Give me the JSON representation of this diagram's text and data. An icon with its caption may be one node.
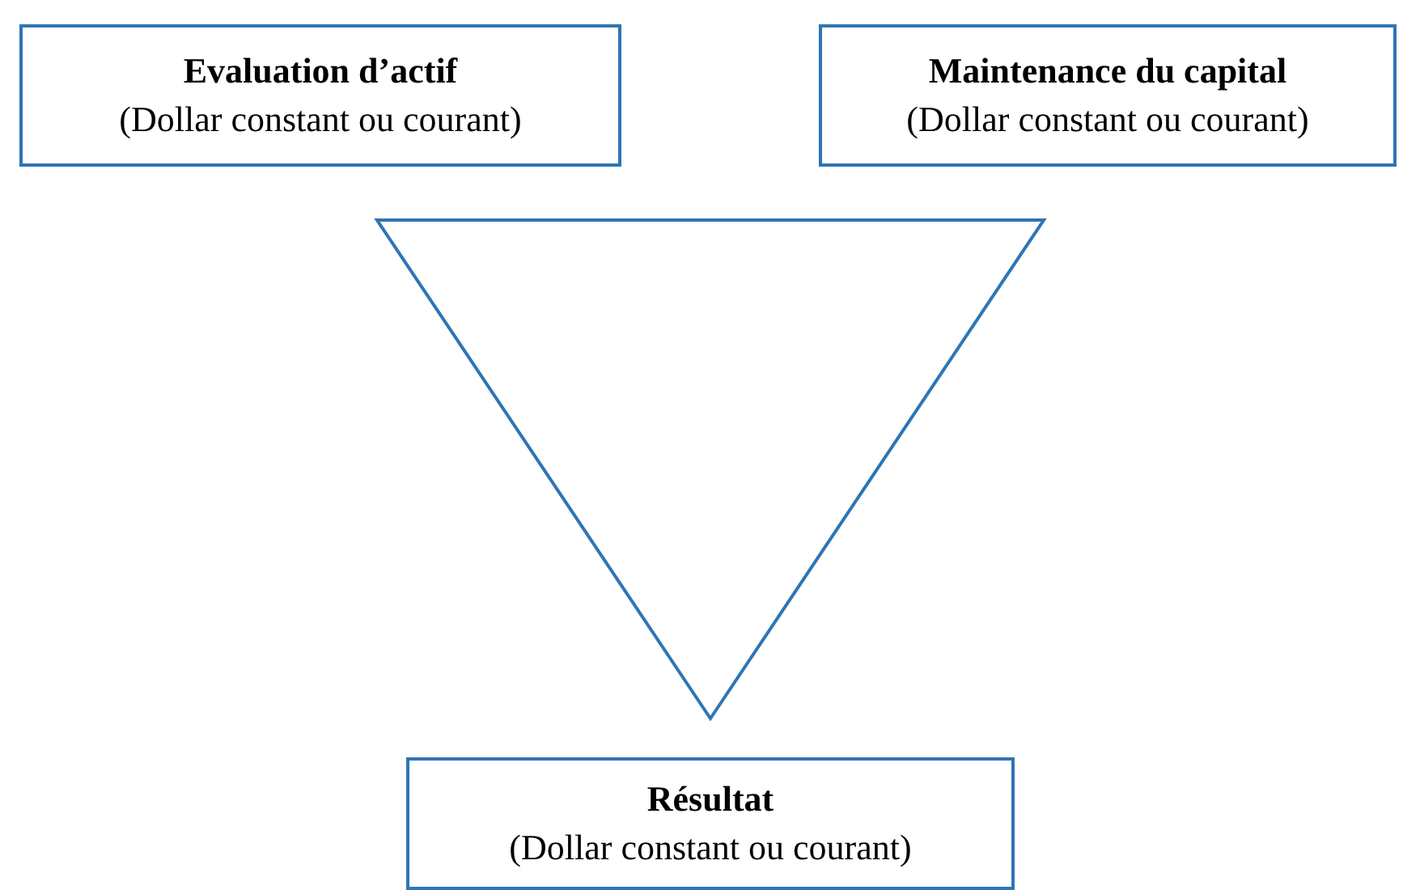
{
  "diagram": {
    "nodes": [
      {
        "text": [
          "Evaluation d’actif",
          "(Dollar constant ou courant)"
        ]
      },
      {
        "text": [
          "Maintenance du capital",
          "(Dollar constant ou courant)"
        ]
      },
      {
        "text": [],
        "shape": "triangle"
      },
      {
        "text": [
          "Résultat",
          "(Dollar constant ou courant)"
        ]
      }
    ]
  }
}
